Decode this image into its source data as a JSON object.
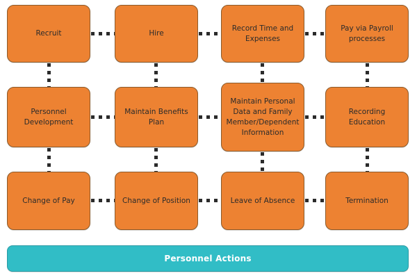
{
  "diagram": {
    "title_banner": {
      "label": "Personnel Actions",
      "color": "#31BDC6",
      "text_color": "#FFFFFF"
    },
    "node_color": "#ED8232",
    "node_border_color": "#8A5A2B",
    "connector_color": "#2B2B2B",
    "connector_style": "dotted",
    "background": "#FFFFFF",
    "rows": [
      {
        "nodes": [
          {
            "id": "recruit",
            "label": "Recruit"
          },
          {
            "id": "hire",
            "label": "Hire"
          },
          {
            "id": "record-time-and-expenses",
            "label": "Record Time and Expenses"
          },
          {
            "id": "pay-via-payroll-processes",
            "label": "Pay via Payroll processes"
          }
        ]
      },
      {
        "nodes": [
          {
            "id": "personnel-development",
            "label": "Personnel Development"
          },
          {
            "id": "maintain-benefits-plan",
            "label": "Maintain Benefits Plan"
          },
          {
            "id": "maintain-personal-data",
            "label": "Maintain Personal Data and Family Member/Dependent Information"
          },
          {
            "id": "recording-education",
            "label": "Recording Education"
          }
        ]
      },
      {
        "nodes": [
          {
            "id": "change-of-pay",
            "label": "Change of Pay"
          },
          {
            "id": "change-of-position",
            "label": "Change of Position"
          },
          {
            "id": "leave-of-absence",
            "label": "Leave of Absence"
          },
          {
            "id": "termination",
            "label": "Termination"
          }
        ]
      }
    ]
  }
}
